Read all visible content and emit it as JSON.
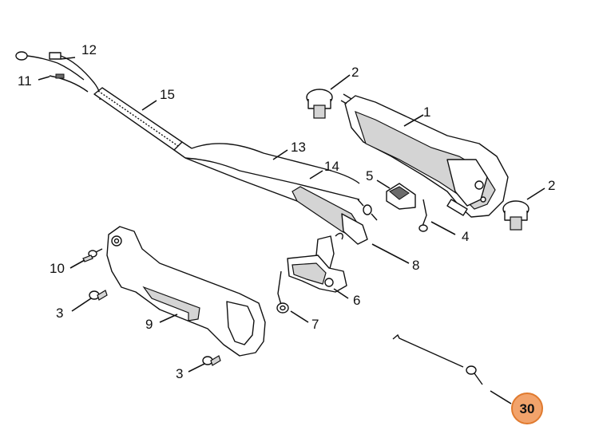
{
  "labels": {
    "p1": "1",
    "p2a": "2",
    "p2b": "2",
    "p3a": "3",
    "p3b": "3",
    "p4": "4",
    "p5": "5",
    "p6": "6",
    "p7": "7",
    "p8": "8",
    "p9": "9",
    "p10": "10",
    "p11": "11",
    "p12": "12",
    "p13": "13",
    "p14": "14",
    "p15": "15",
    "p30": "30"
  },
  "colors": {
    "highlight_badge": "#f2a36b",
    "highlight_ring": "#e07a2e",
    "line": "#111111",
    "shade": "#d4d4d4"
  }
}
